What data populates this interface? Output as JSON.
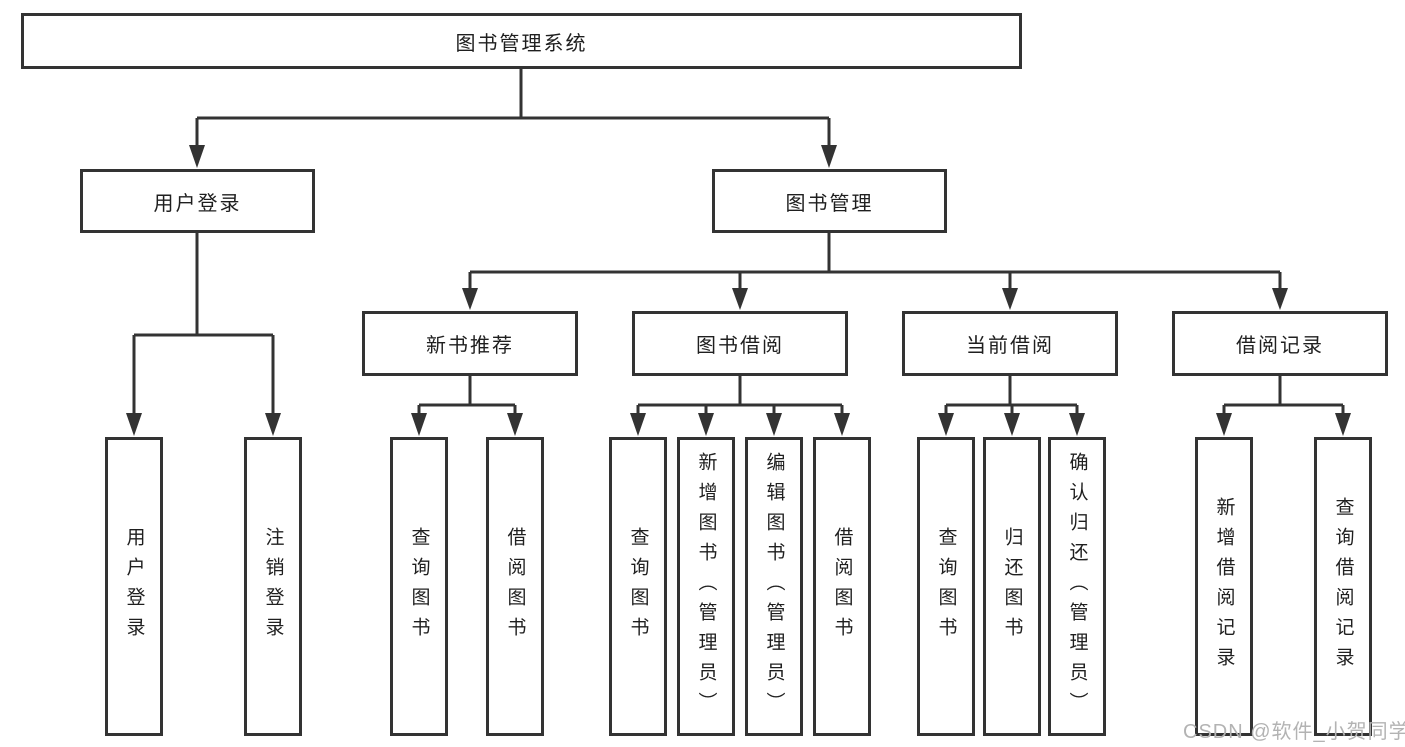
{
  "diagram": {
    "root": {
      "label": "图书管理系统"
    },
    "level2": [
      {
        "label": "用户登录"
      },
      {
        "label": "图书管理"
      }
    ],
    "level3": [
      {
        "label": "新书推荐"
      },
      {
        "label": "图书借阅"
      },
      {
        "label": "当前借阅"
      },
      {
        "label": "借阅记录"
      }
    ],
    "leaves": {
      "login": [
        {
          "label": "用户登录"
        },
        {
          "label": "注销登录"
        }
      ],
      "recommend": [
        {
          "label": "查询图书"
        },
        {
          "label": "借阅图书"
        }
      ],
      "borrow": [
        {
          "label": "查询图书"
        },
        {
          "label": "新增图书（管理员）"
        },
        {
          "label": "编辑图书（管理员）"
        },
        {
          "label": "借阅图书"
        }
      ],
      "current": [
        {
          "label": "查询图书"
        },
        {
          "label": "归还图书"
        },
        {
          "label": "确认归还（管理员）"
        }
      ],
      "records": [
        {
          "label": "新增借阅记录"
        },
        {
          "label": "查询借阅记录"
        }
      ]
    }
  },
  "watermark": {
    "text": "CSDN @软件_小贺同学"
  },
  "colors": {
    "line": "#333333",
    "text": "#1f1f1f",
    "watermark": "#b3b3b3",
    "background": "#ffffff"
  }
}
